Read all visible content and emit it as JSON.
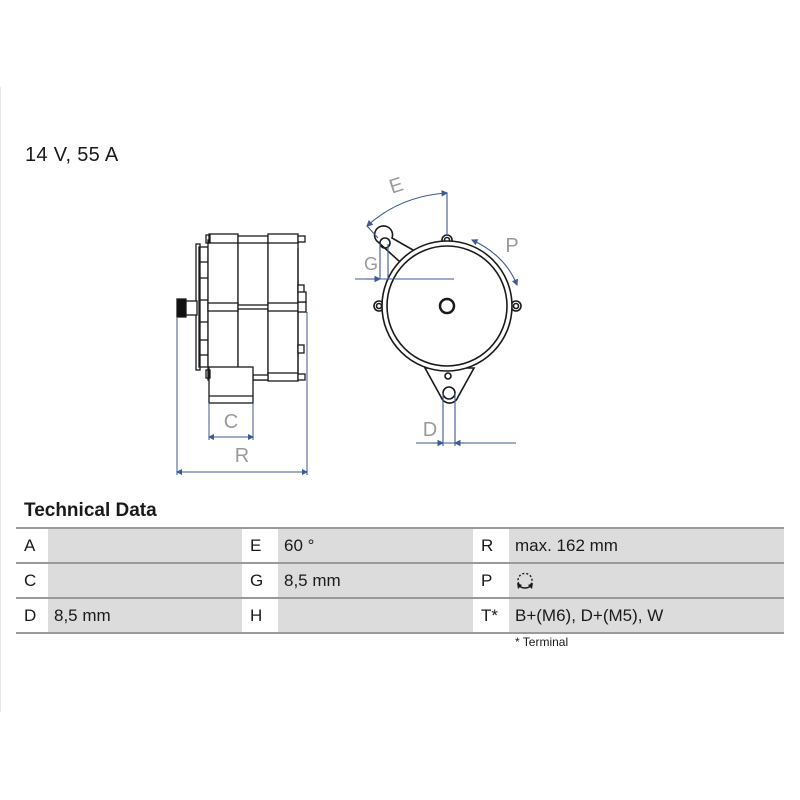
{
  "header": {
    "rating": "14 V, 55 A"
  },
  "drawing": {
    "side_view": {
      "dimension_labels": {
        "C": "C",
        "R": "R"
      }
    },
    "front_view": {
      "dimension_labels": {
        "E": "E",
        "G": "G",
        "D": "D",
        "P": "P"
      }
    },
    "colors": {
      "outline": "#1a1a1a",
      "dimension": "#3c5a96"
    }
  },
  "technical_data": {
    "title": "Technical Data",
    "rows": [
      [
        {
          "label": "A",
          "value": ""
        },
        {
          "label": "E",
          "value": "60 °"
        },
        {
          "label": "R",
          "value": "max. 162 mm"
        }
      ],
      [
        {
          "label": "C",
          "value": ""
        },
        {
          "label": "G",
          "value": "8,5 mm"
        },
        {
          "label": "P",
          "value": "",
          "icon": "rotation-both-directions-icon"
        }
      ],
      [
        {
          "label": "D",
          "value": "8,5 mm"
        },
        {
          "label": "H",
          "value": ""
        },
        {
          "label": "T*",
          "value": "B+(M6), D+(M5), W"
        }
      ]
    ],
    "footnote": "* Terminal"
  }
}
